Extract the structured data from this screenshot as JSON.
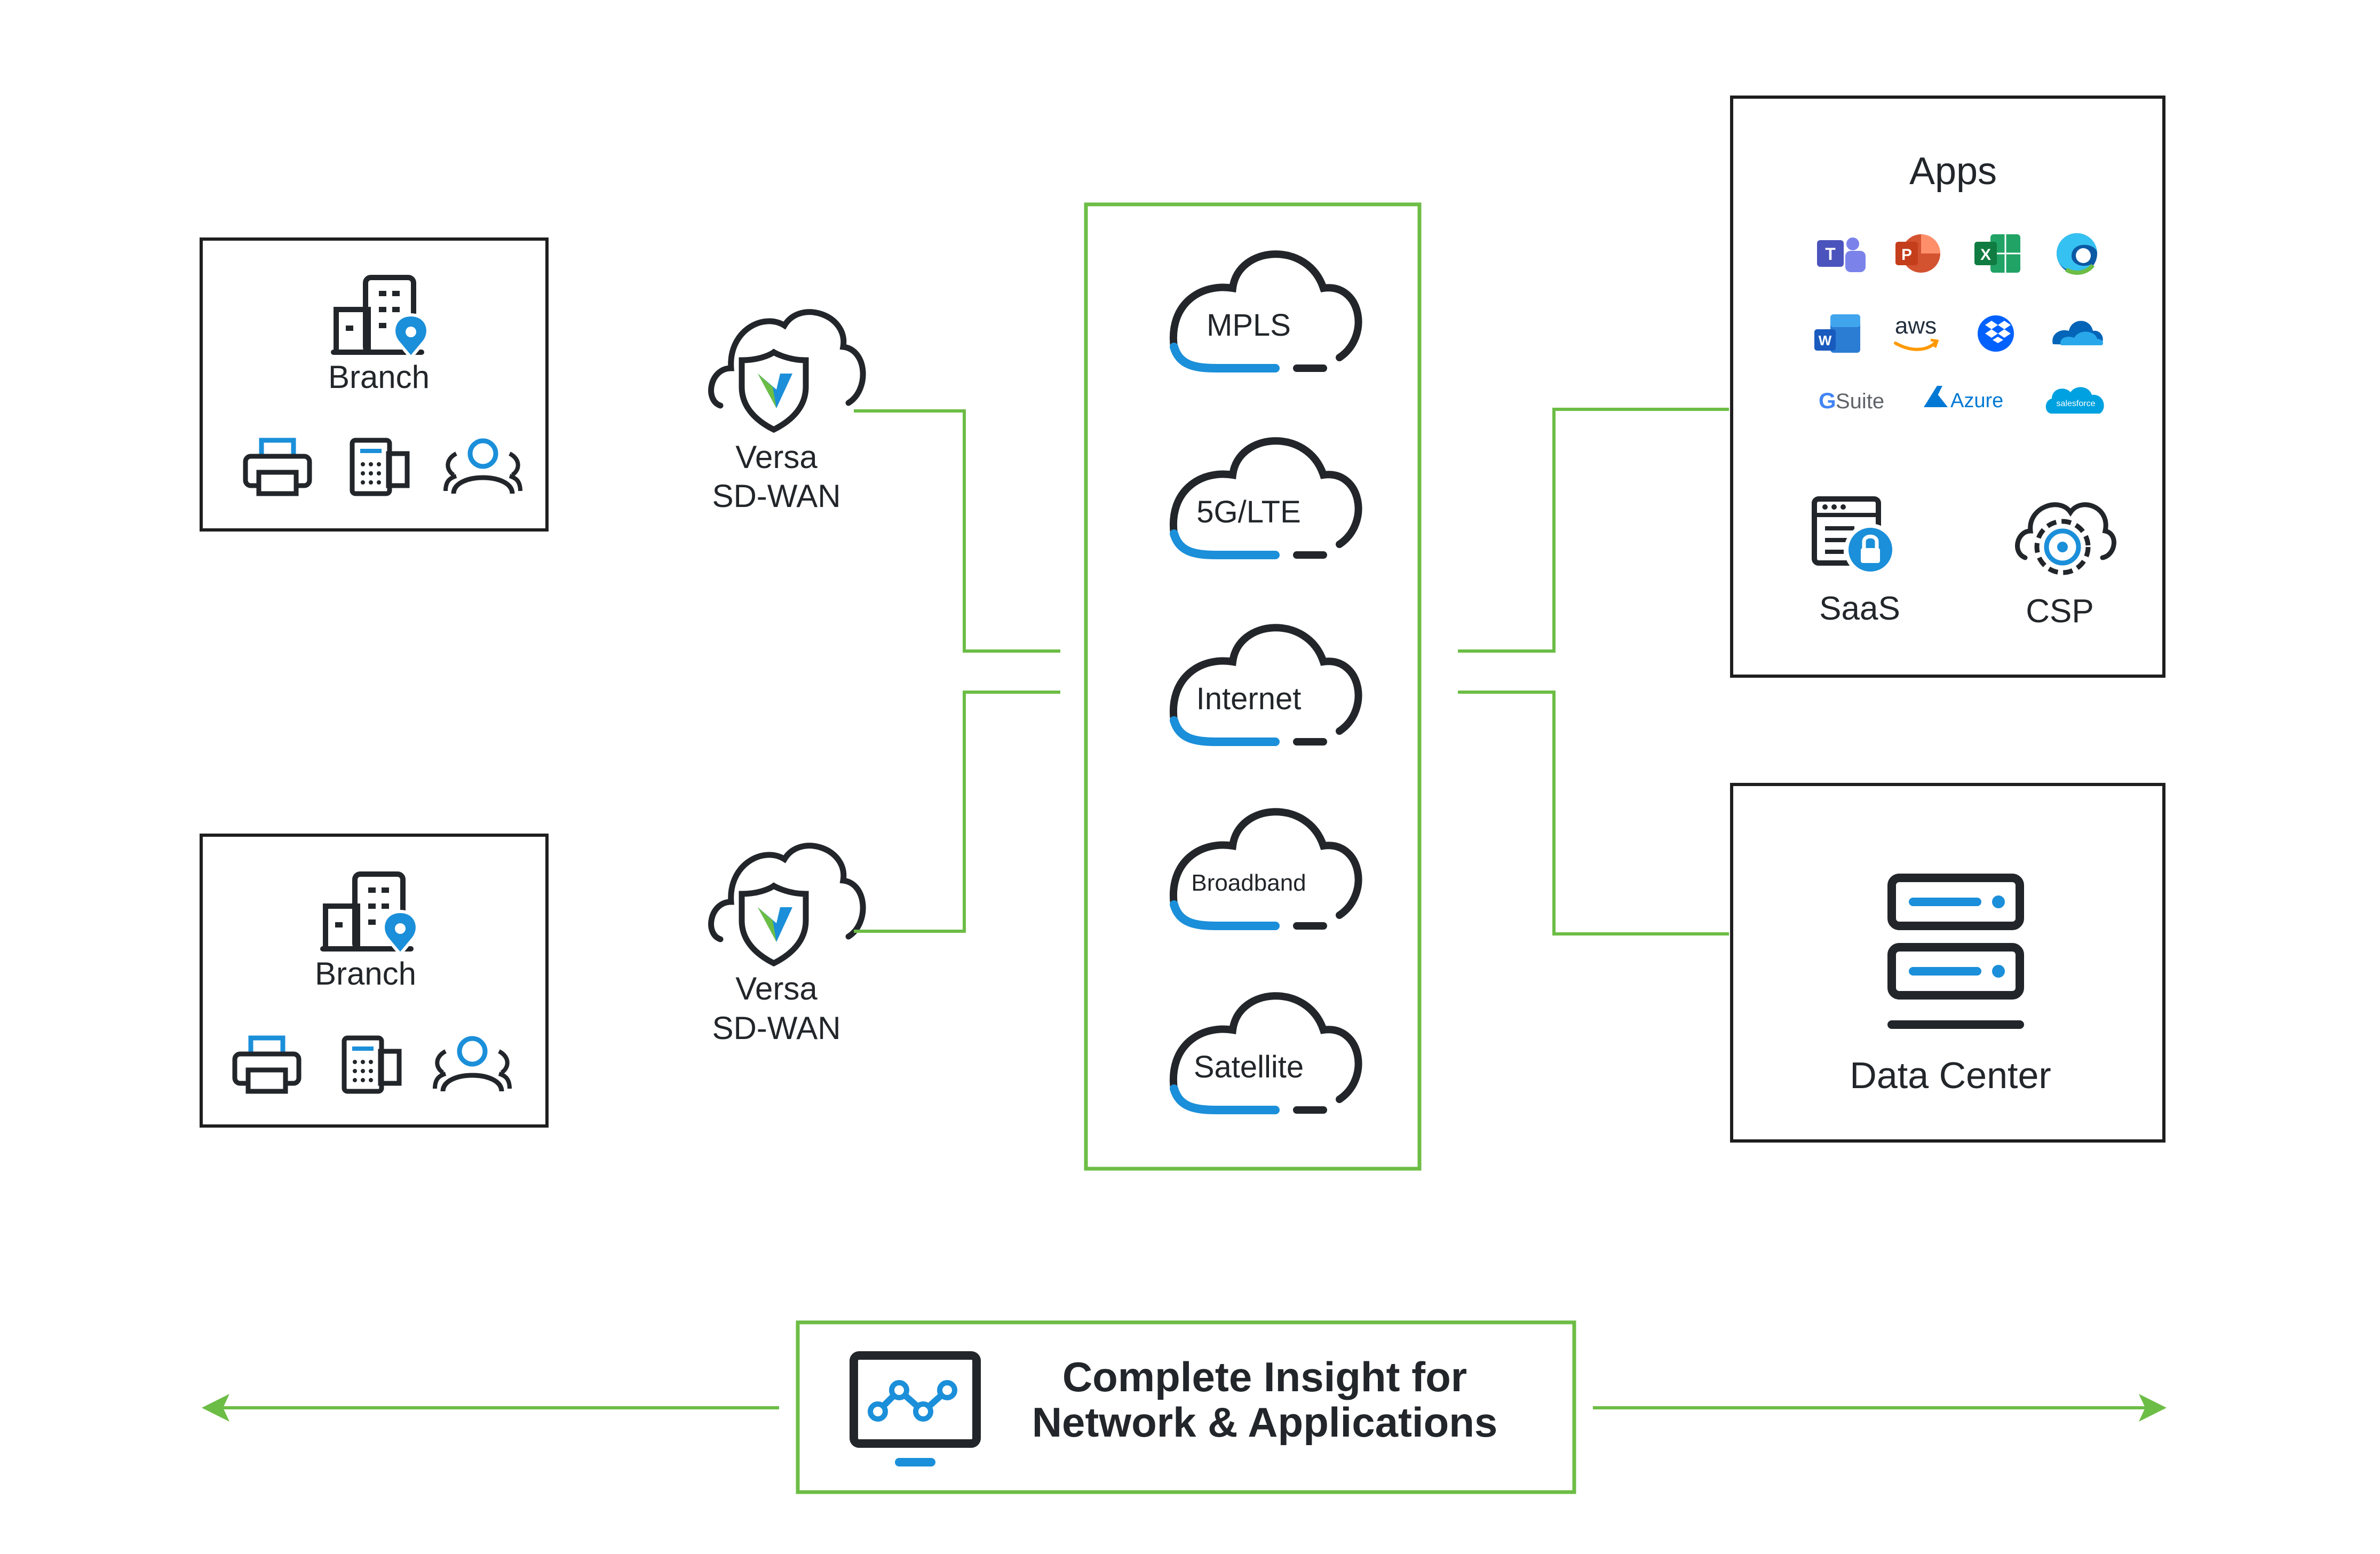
{
  "colors": {
    "green": "#6cbd45",
    "blue": "#1b8fd9",
    "dark": "#22262a",
    "box_border": "#1e1e1e"
  },
  "branches": [
    {
      "label": "Branch",
      "device_icons": [
        "printer-icon",
        "phone-icon",
        "users-icon"
      ]
    },
    {
      "label": "Branch",
      "device_icons": [
        "printer-icon",
        "phone-icon",
        "users-icon"
      ]
    }
  ],
  "sdwan": [
    {
      "line1": "Versa",
      "line2": "SD-WAN"
    },
    {
      "line1": "Versa",
      "line2": "SD-WAN"
    }
  ],
  "transports": [
    "MPLS",
    "5G/LTE",
    "Internet",
    "Broadband",
    "Satellite"
  ],
  "apps": {
    "title": "Apps",
    "text_logos": {
      "aws": "aws",
      "gsuite_g": "G",
      "gsuite": "Suite",
      "azure": "Azure",
      "salesforce": "salesforce"
    },
    "icons": [
      "teams-icon",
      "powerpoint-icon",
      "excel-icon",
      "edge-icon",
      "word-icon",
      "aws-logo",
      "dropbox-icon",
      "onedrive-icon",
      "gsuite-logo",
      "azure-logo",
      "salesforce-logo"
    ],
    "saas_label": "SaaS",
    "csp_label": "CSP"
  },
  "datacenter": {
    "label": "Data Center"
  },
  "insight": {
    "line1": "Complete Insight for",
    "line2": "Network & Applications"
  }
}
